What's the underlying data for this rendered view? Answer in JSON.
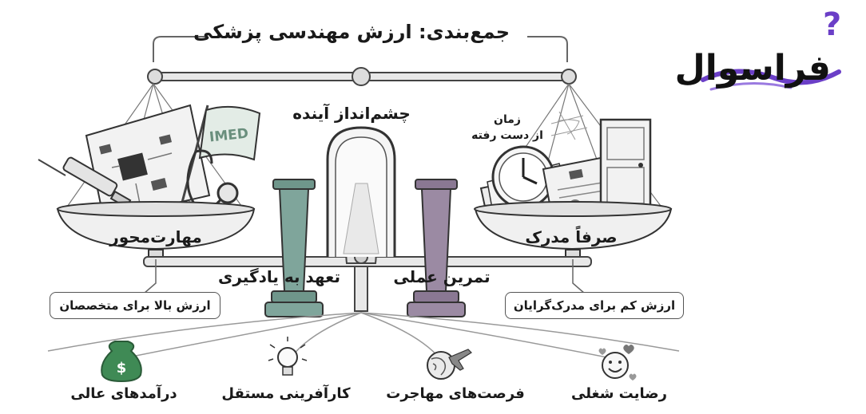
{
  "title": "جمع‌بندی: ارزش مهندسی پزشکی",
  "center_label": "چشم‌انداز آینده",
  "lost_time_line1": "زمان",
  "lost_time_line2": "از دست رفته",
  "left_plate_label": "مهارت‌محور",
  "right_plate_label": "صرفاً مدرک",
  "flag_text": "IMED",
  "left_pillar_label": "تعهد به یادگیری",
  "right_pillar_label": "تمرین عملی",
  "left_box": "ارزش بالا برای متخصصان",
  "right_box": "ارزش کم برای مدرک‌گرایان",
  "outcomes": [
    {
      "label": "درآمدهای عالی",
      "icon": "money-bag-icon"
    },
    {
      "label": "کارآفرینی مستقل",
      "icon": "lightbulb-icon"
    },
    {
      "label": "فرصت‌های مهاجرت",
      "icon": "globe-plane-icon"
    },
    {
      "label": "رضایت شغلی",
      "icon": "smiley-hearts-icon"
    }
  ],
  "logo_text": "فراسوال",
  "colors": {
    "left_pillar": "#7fa59b",
    "right_pillar": "#9b8aa3",
    "logo_accent": "#6b3fc7",
    "money": "#3f8a55"
  }
}
